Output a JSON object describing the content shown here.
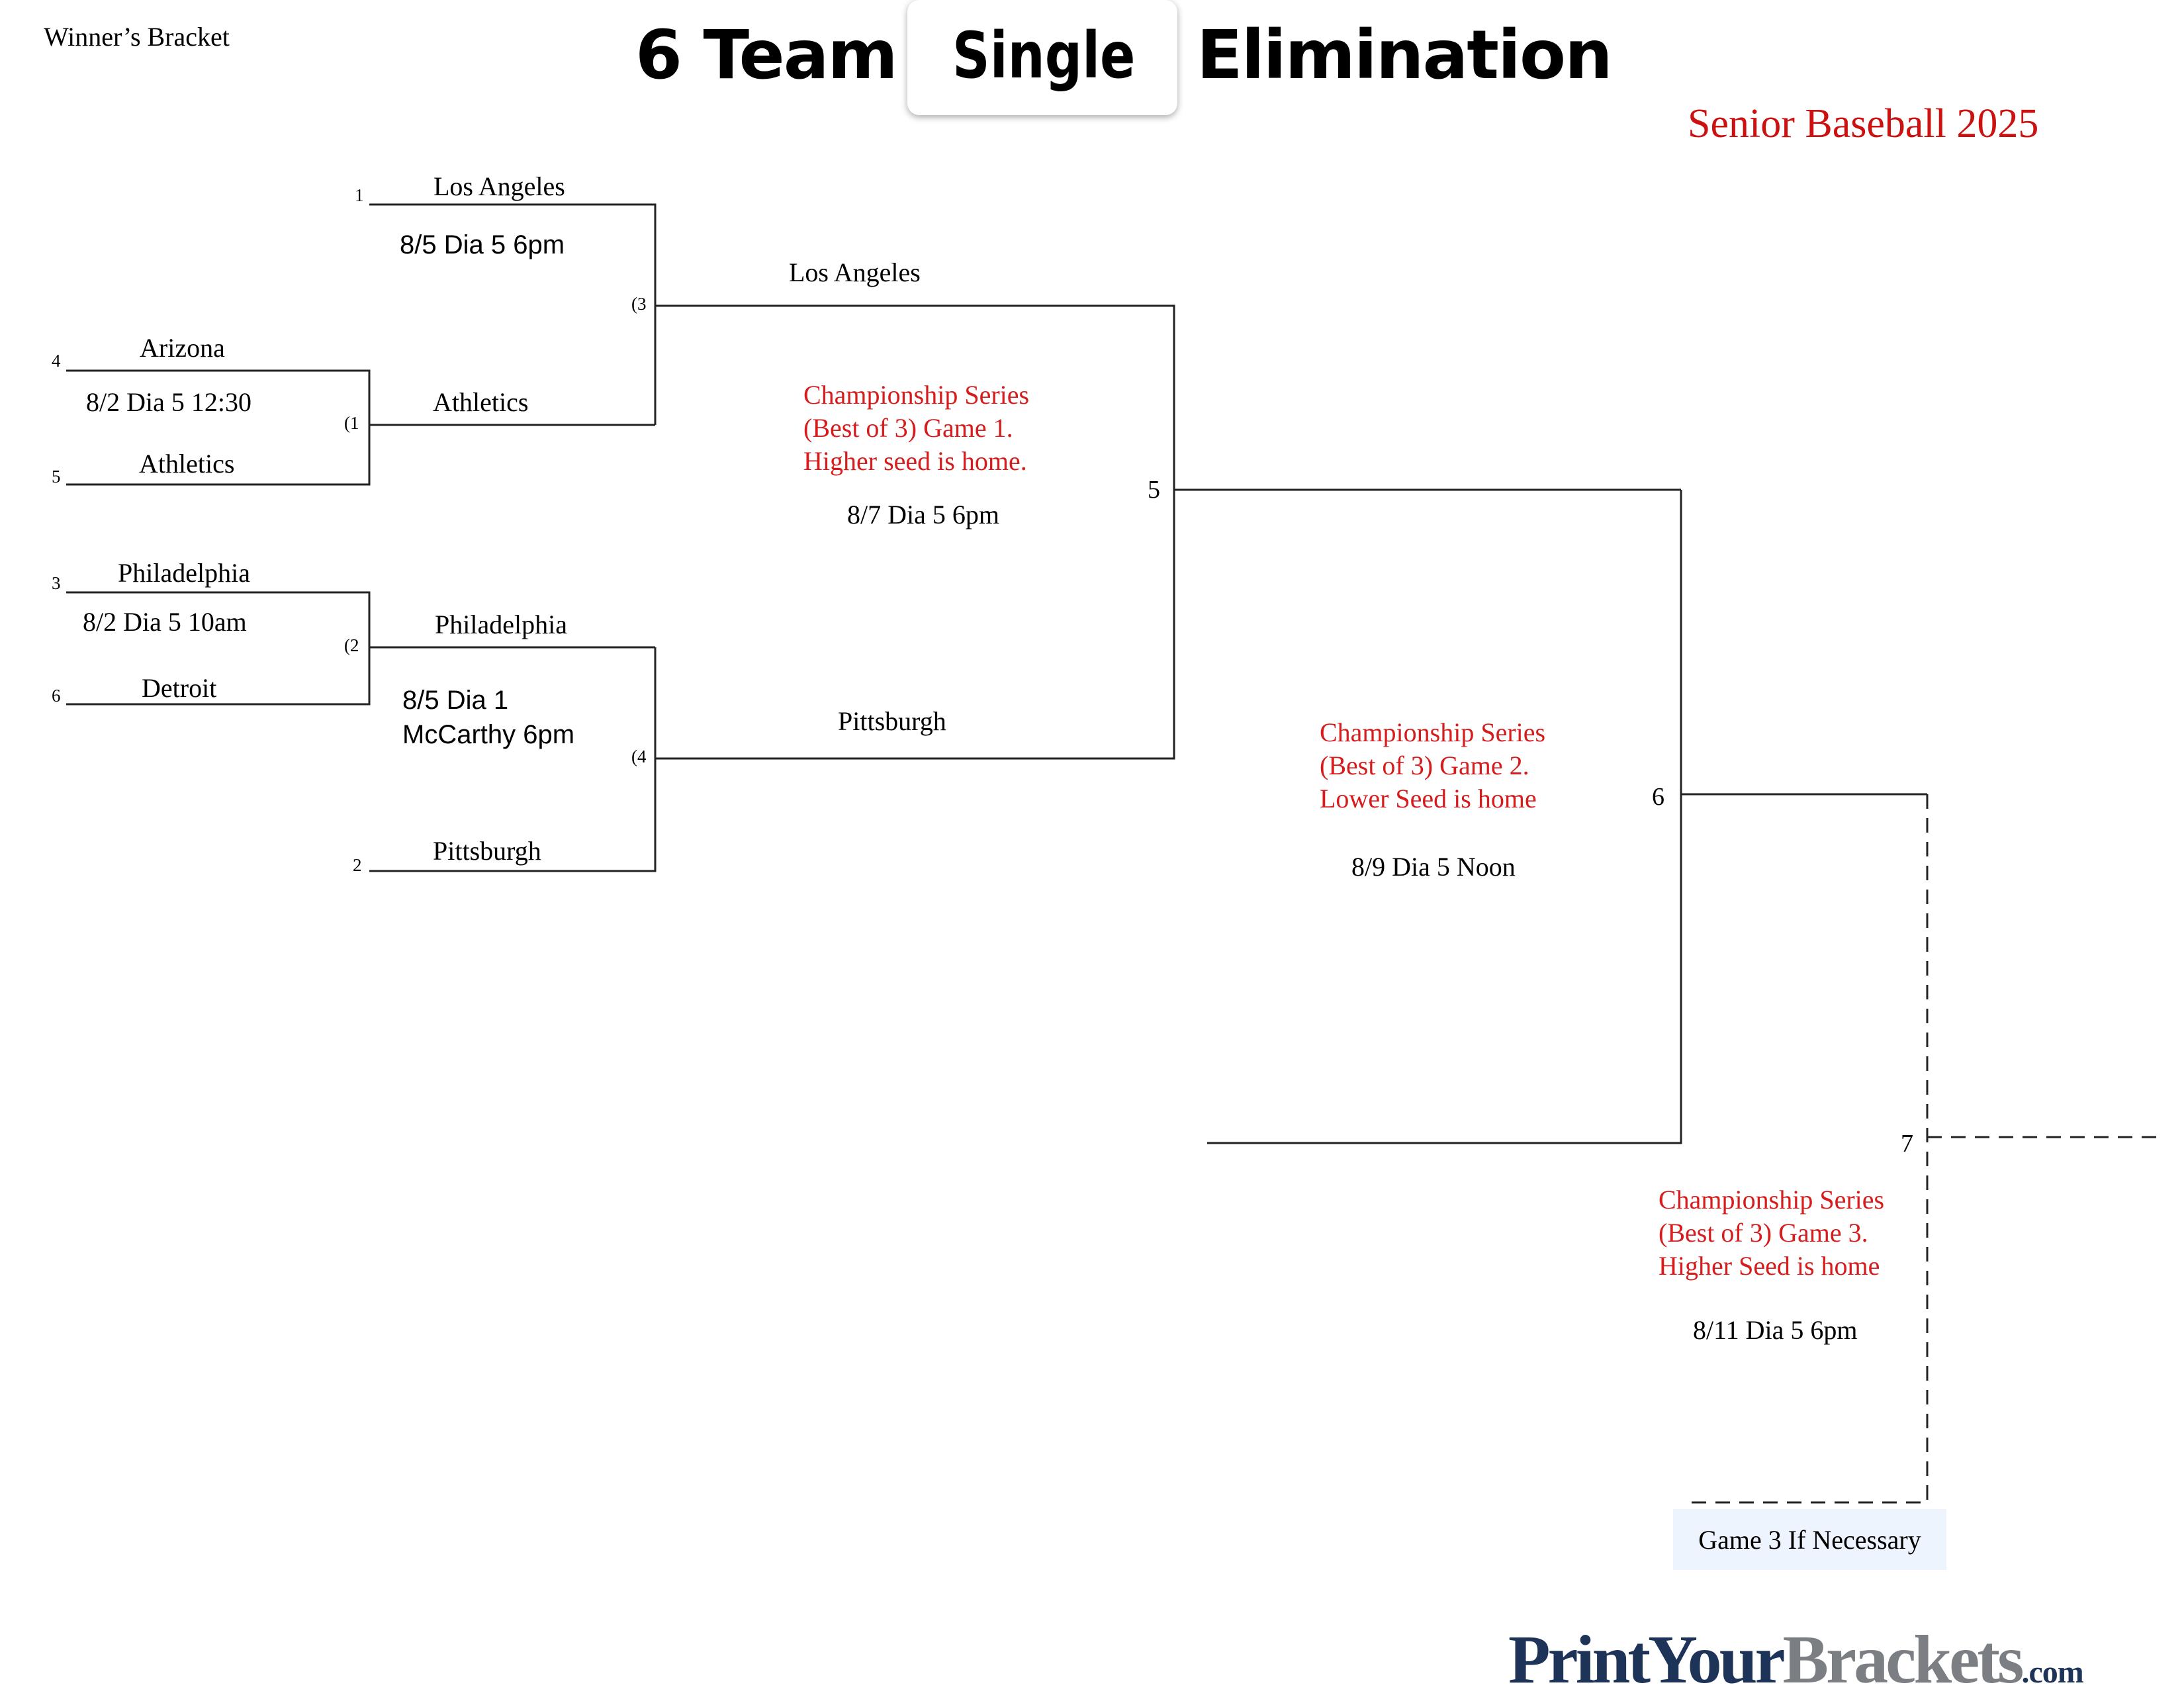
{
  "header": {
    "bracket_label": "Winner’s Bracket",
    "title_part1": "6 Team",
    "title_part2": "Single",
    "title_part3": "Elimination",
    "subtitle": "Senior Baseball 2025"
  },
  "round1": {
    "seed4": "4",
    "team_arizona": "Arizona",
    "game1_schedule": "8/2 Dia 5 12:30",
    "seed5": "5",
    "team_athletics": "Athletics",
    "seed3": "3",
    "team_philadelphia": "Philadelphia",
    "game2_schedule": "8/2 Dia 5 10am",
    "seed6": "6",
    "team_detroit": "Detroit",
    "game1_num": "(1",
    "game2_num": "(2"
  },
  "round2": {
    "seed1": "1",
    "team_los_angeles": "Los Angeles",
    "game3_schedule": "8/5 Dia 5 6pm",
    "winner_g1": "Athletics",
    "game3_num": "(3",
    "winner_g2": "Philadelphia",
    "game4_schedule_line1": "8/5 Dia 1",
    "game4_schedule_line2": "McCarthy 6pm",
    "game4_num": "(4",
    "seed2": "2",
    "team_pittsburgh": "Pittsburgh"
  },
  "round3": {
    "winner_g3": "Los Angeles",
    "winner_g4": "Pittsburgh",
    "game5_note": "Championship Series\n(Best of 3) Game 1.\nHigher seed is home.",
    "game5_schedule": "8/7 Dia 5 6pm",
    "game5_num": "5"
  },
  "round4": {
    "game6_note": "Championship Series\n(Best of 3) Game 2.\nLower Seed is home",
    "game6_schedule": "8/9 Dia 5 Noon",
    "game6_num": "6"
  },
  "round5": {
    "game7_note": "Championship Series\n(Best of 3) Game 3.\nHigher Seed is home",
    "game7_schedule": "8/11 Dia 5 6pm",
    "game7_num": "7",
    "if_necessary": "Game 3 If Necessary"
  },
  "footer": {
    "logo_part1": "PrintYour",
    "logo_part2": "Brackets",
    "logo_part3": ".com"
  },
  "colors": {
    "accent_red": "#d61c1c",
    "logo_navy": "#1d3458",
    "logo_gray": "#7b7f84",
    "if_box_bg": "#eef4fd"
  }
}
